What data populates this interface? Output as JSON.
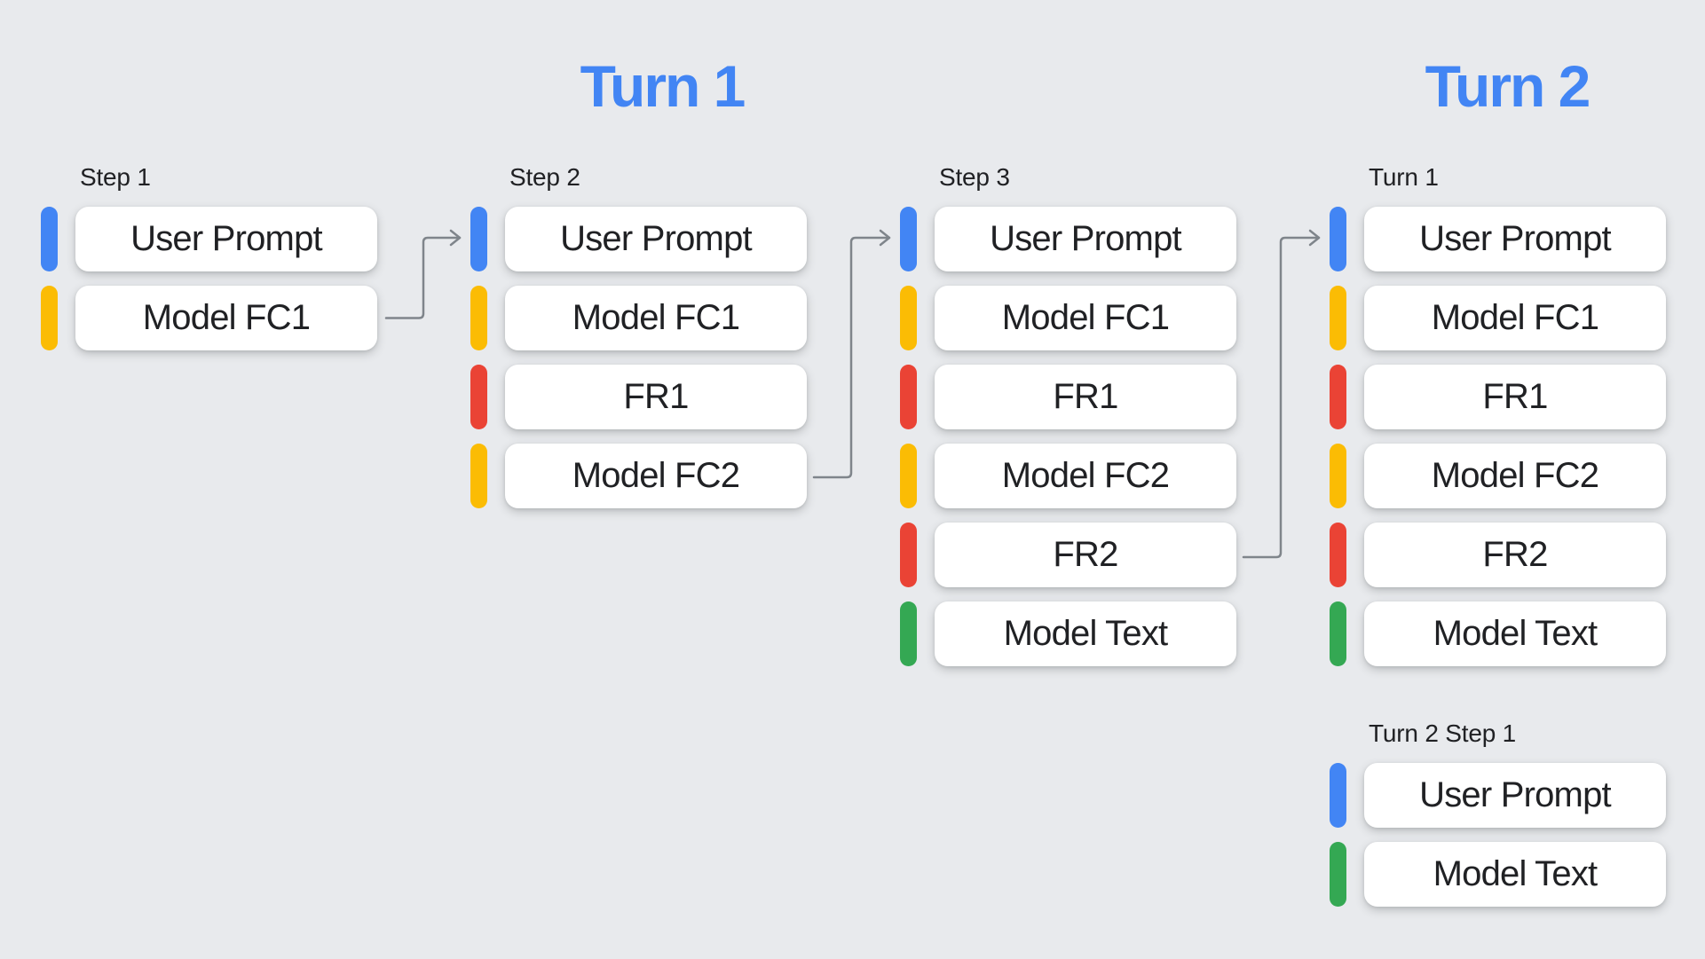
{
  "titles": [
    {
      "label": "Turn 1"
    },
    {
      "label": "Turn 2"
    }
  ],
  "columns": [
    {
      "label": "Step 1",
      "cards": [
        {
          "label": "User Prompt",
          "color": "blue"
        },
        {
          "label": "Model FC1",
          "color": "yellow"
        }
      ]
    },
    {
      "label": "Step 2",
      "cards": [
        {
          "label": "User Prompt",
          "color": "blue"
        },
        {
          "label": "Model FC1",
          "color": "yellow"
        },
        {
          "label": "FR1",
          "color": "red"
        },
        {
          "label": "Model FC2",
          "color": "yellow"
        }
      ]
    },
    {
      "label": "Step 3",
      "cards": [
        {
          "label": "User Prompt",
          "color": "blue"
        },
        {
          "label": "Model FC1",
          "color": "yellow"
        },
        {
          "label": "FR1",
          "color": "red"
        },
        {
          "label": "Model FC2",
          "color": "yellow"
        },
        {
          "label": "FR2",
          "color": "red"
        },
        {
          "label": "Model Text",
          "color": "green"
        }
      ]
    },
    {
      "label": "Turn 1",
      "cards": [
        {
          "label": "User Prompt",
          "color": "blue"
        },
        {
          "label": "Model FC1",
          "color": "yellow"
        },
        {
          "label": "FR1",
          "color": "red"
        },
        {
          "label": "Model FC2",
          "color": "yellow"
        },
        {
          "label": "FR2",
          "color": "red"
        },
        {
          "label": "Model Text",
          "color": "green"
        }
      ]
    },
    {
      "label": "Turn 2 Step 1",
      "cards": [
        {
          "label": "User Prompt",
          "color": "blue"
        },
        {
          "label": "Model Text",
          "color": "green"
        }
      ]
    }
  ],
  "colors": {
    "background": "#E8EAED",
    "card_background": "#FFFFFF",
    "text": "#202124",
    "title_blue": "#4285F4",
    "arrow_gray": "#7F858B",
    "bar_blue": "#4285F4",
    "bar_yellow": "#FBBC04",
    "bar_red": "#EA4335",
    "bar_green": "#34A853"
  }
}
